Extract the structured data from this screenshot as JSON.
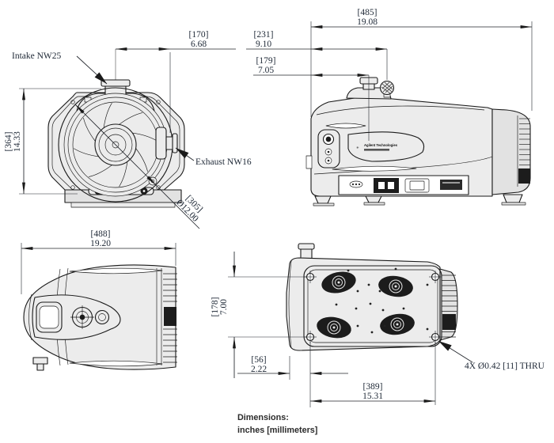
{
  "drawing": {
    "note": {
      "title": "Dimensions:",
      "units": "inches [millimeters]"
    },
    "logo": {
      "brand": "Agilent Technologies"
    },
    "callouts": {
      "intake": "Intake NW25",
      "exhaust": "Exhaust NW16",
      "mounting_holes": "4X Ø0.42 [11] THRU"
    },
    "dimensions": {
      "front_height": {
        "mm": "[364]",
        "inches": "14.33"
      },
      "intake_to_exhaust": {
        "mm": "[170]",
        "inches": "6.68"
      },
      "front_to_ballast": {
        "mm": "[231]",
        "inches": "9.10"
      },
      "front_to_intake": {
        "mm": "[179]",
        "inches": "7.05"
      },
      "overall_length": {
        "mm": "[485]",
        "inches": "19.08"
      },
      "fan_diameter": {
        "mm": "[305]",
        "inches": "Ø12.00"
      },
      "top_overall_length": {
        "mm": "[488]",
        "inches": "19.20"
      },
      "mount_hole_span_width": {
        "mm": "[178]",
        "inches": "7.00"
      },
      "mount_hole_edge_offset": {
        "mm": "[56]",
        "inches": "2.22"
      },
      "mount_hole_span_length": {
        "mm": "[389]",
        "inches": "15.31"
      }
    },
    "colors": {
      "line": "#1a1a1a",
      "text": "#1e2836",
      "body_fill": "#ececec",
      "panel_fill": "#ffffff",
      "pad_fill": "#1c1c1c"
    }
  }
}
